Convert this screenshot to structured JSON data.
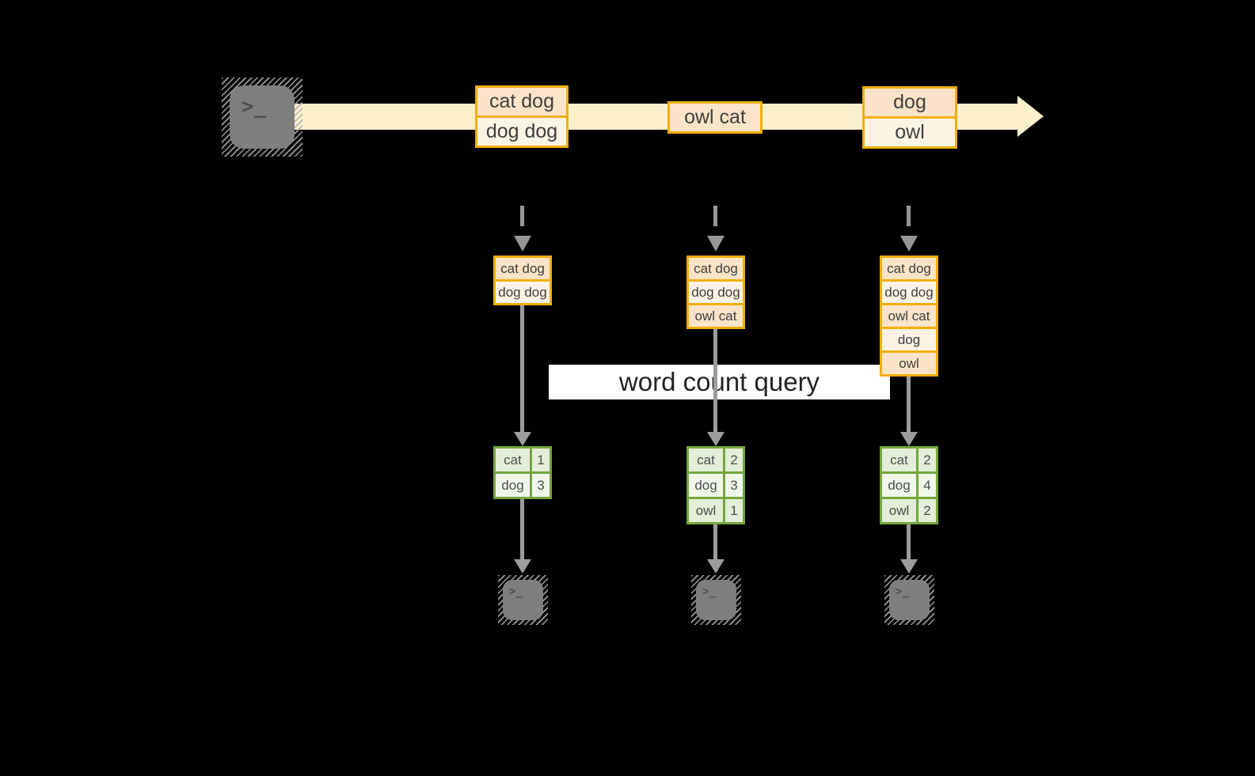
{
  "palette": {
    "background": "#000000",
    "stream_band": "#FBF0CB",
    "record_fill_peach": "#FAE3C6",
    "record_fill_cream": "#FDF3E5",
    "record_border_gold": "#F1AF0C",
    "table_border_green": "#74A63E",
    "table_row_green": "#E4EDD7",
    "table_row_light": "#F1F6EB",
    "arrow_gray": "#9C9C9C",
    "terminal_gray": "#7E7E7E",
    "banner_bg": "#FFFFFF"
  },
  "stream": {
    "groups": [
      [
        "cat dog",
        "dog dog"
      ],
      [
        "owl cat"
      ],
      [
        "dog",
        "owl"
      ]
    ]
  },
  "query": {
    "label": "word count query"
  },
  "columns": [
    {
      "buffer": [
        "cat dog",
        "dog dog"
      ],
      "counts": [
        [
          "cat",
          "1"
        ],
        [
          "dog",
          "3"
        ]
      ]
    },
    {
      "buffer": [
        "cat dog",
        "dog dog",
        "owl cat"
      ],
      "counts": [
        [
          "cat",
          "2"
        ],
        [
          "dog",
          "3"
        ],
        [
          "owl",
          "1"
        ]
      ]
    },
    {
      "buffer": [
        "cat dog",
        "dog dog",
        "owl cat",
        "dog",
        "owl"
      ],
      "counts": [
        [
          "cat",
          "2"
        ],
        [
          "dog",
          "4"
        ],
        [
          "owl",
          "2"
        ]
      ]
    }
  ],
  "icons": {
    "terminal_prompt": ">",
    "terminal_cursor": "_"
  }
}
